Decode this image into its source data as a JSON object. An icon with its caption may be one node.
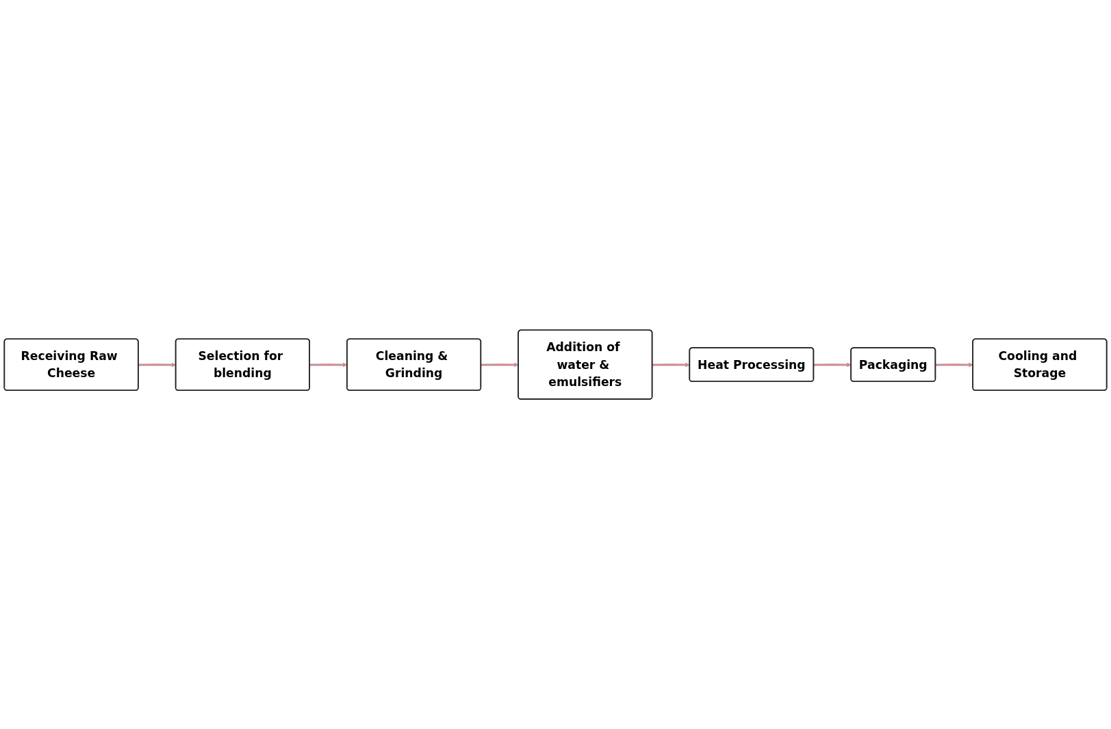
{
  "diagram": {
    "nodes": [
      {
        "text": [
          "Receiving Raw Cheese"
        ]
      },
      {
        "text": [
          "Selection for blending"
        ]
      },
      {
        "text": [
          "Cleaning & Grinding"
        ]
      },
      {
        "text": [
          "Addition of water & emulsifiers"
        ]
      },
      {
        "text": [
          "Heat Processing"
        ]
      },
      {
        "text": [
          "Packaging"
        ]
      },
      {
        "text": [
          "Cooling and Storage"
        ]
      }
    ],
    "edges": [
      {
        "from": 0,
        "to": 1,
        "arrow": "to"
      },
      {
        "from": 1,
        "to": 2,
        "arrow": "to"
      },
      {
        "from": 2,
        "to": 3,
        "arrow": "to"
      },
      {
        "from": 3,
        "to": 4,
        "arrow": "to"
      },
      {
        "from": 4,
        "to": 5,
        "arrow": "to"
      },
      {
        "from": 5,
        "to": 6,
        "arrow": "to"
      }
    ]
  }
}
